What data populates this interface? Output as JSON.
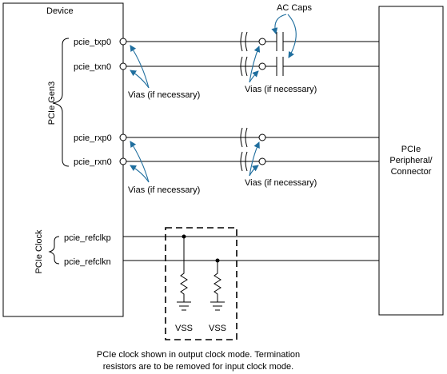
{
  "device_label": "Device",
  "group_labels": {
    "gen3": "PCIe Gen3",
    "clock": "PCIe Clock"
  },
  "pins": {
    "txp0": "pcie_txp0",
    "txn0": "pcie_txn0",
    "rxp0": "pcie_rxp0",
    "rxn0": "pcie_rxn0",
    "refclkp": "pcie_refclkp",
    "refclkn": "pcie_refclkn"
  },
  "ac_caps_label": "AC Caps",
  "vias_label": "Vias (if necessary)",
  "peripheral_lines": [
    "PCIe",
    "Peripheral/",
    "Connector"
  ],
  "vss_label": "VSS",
  "footnote_lines": [
    "PCIe clock shown in output clock mode. Termination",
    "resistors are to be removed for input clock mode."
  ],
  "colors": {
    "line": "#000000",
    "arrow": "#1f6e9e",
    "background": "#ffffff"
  }
}
